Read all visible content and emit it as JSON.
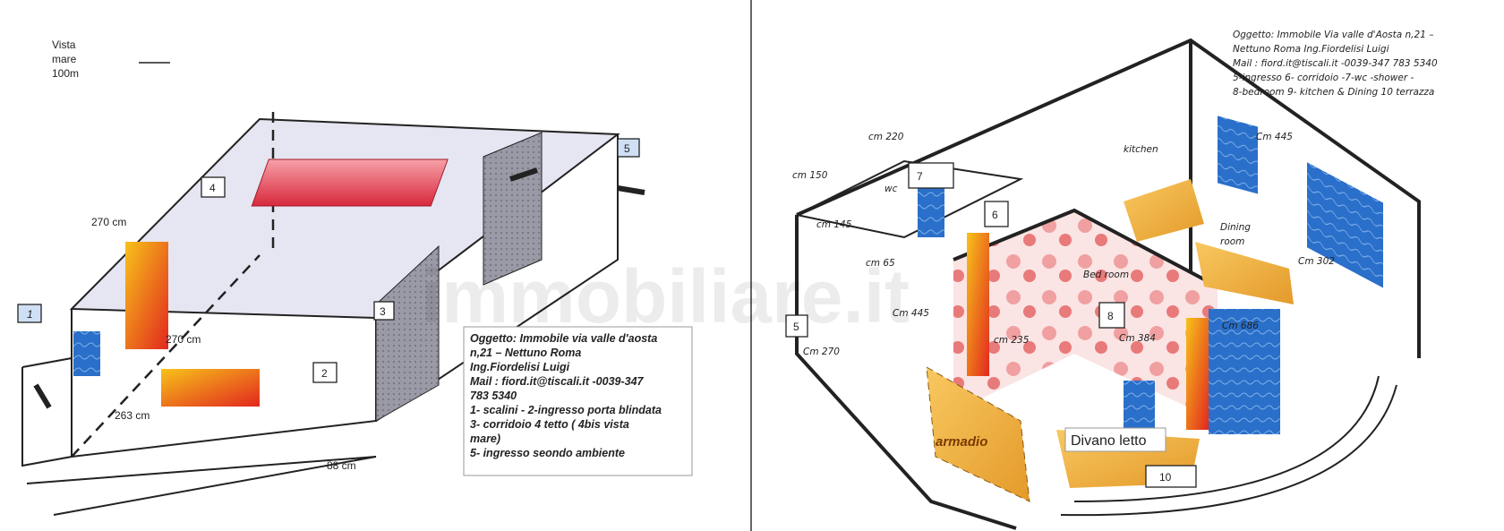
{
  "left_plan": {
    "vista_mare": [
      "Vista",
      "mare",
      "100m"
    ],
    "dimensions": {
      "top": "270 cm",
      "height": "270 cm",
      "bottom": "263 cm",
      "corridor": "88 cm"
    },
    "markers": [
      "1",
      "2",
      "3",
      "4",
      "5"
    ],
    "note_lines": [
      "Oggetto: Immobile  via valle d'aosta",
      "n,21 – Nettuno   Roma",
      "Ing.Fiordelisi Luigi",
      "Mail : fiord.it@tiscali.it -0039-347",
      "783 5340",
      "1- scalini - 2-ingresso porta blindata",
      " 3- corridoio  4 tetto   ( 4bis vista",
      "mare)",
      "  5- ingresso seondo ambiente"
    ]
  },
  "right_plan": {
    "note_lines": [
      "Oggetto:  Immobile Via valle d'Aosta n,21 –",
      "Nettuno   Roma   Ing.Fiordelisi Luigi",
      "Mail : fiord.it@tiscali.it -0039-347 783 5340",
      "5-ingresso  6- corridoio -7-wc -shower -",
      " 8-bedroom  9- kitchen  & Dining 10 terrazza"
    ],
    "dimensions": {
      "cm220": "cm  220",
      "cm150": "cm   150",
      "cm145": "cm  145",
      "cm65": "cm  65",
      "cm445a": "Cm 445",
      "cm270": "Cm 270",
      "cm235": "cm  235",
      "cm384": "Cm 384",
      "cm686": "Cm 686",
      "cm302": "Cm 302",
      "cm445b": "Cm 445"
    },
    "rooms": {
      "wc": "wc",
      "kitchen": "kitchen",
      "dining": [
        "Dining",
        "room"
      ],
      "bedroom": "Bed room",
      "armadio": "armadio",
      "divano": "Divano letto"
    },
    "markers": [
      "5",
      "6",
      "7",
      "8",
      "10"
    ]
  },
  "watermark": "immobiliare.it",
  "colors": {
    "window_blue": "#2a6fc9",
    "bed_red": "#e0304a",
    "heater_orange": "#f28a1a",
    "wardrobe": "#f0a830",
    "roof": "#e4e4f2"
  }
}
